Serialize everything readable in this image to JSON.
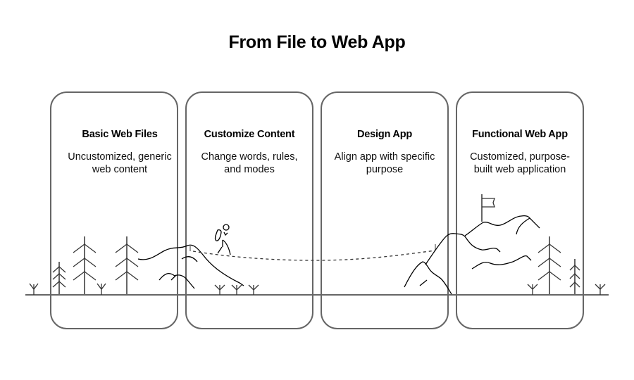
{
  "title": "From File to Web App",
  "stages": [
    {
      "heading": "Basic Web Files",
      "description": "Uncustomized, generic web content"
    },
    {
      "heading": "Customize Content",
      "description": "Change words, rules, and modes"
    },
    {
      "heading": "Design App",
      "description": "Align app with specific purpose"
    },
    {
      "heading": "Functional Web App",
      "description": "Customized, purpose-built web application"
    }
  ],
  "illustration": {
    "elements": [
      "pine-trees",
      "sprouts",
      "mountains",
      "hiker",
      "dashed-trail",
      "summit-flag",
      "ground-line"
    ],
    "colors": {
      "card_border": "#666666",
      "line_art": "#000000",
      "ground": "#666666",
      "trail": "#333333"
    }
  }
}
